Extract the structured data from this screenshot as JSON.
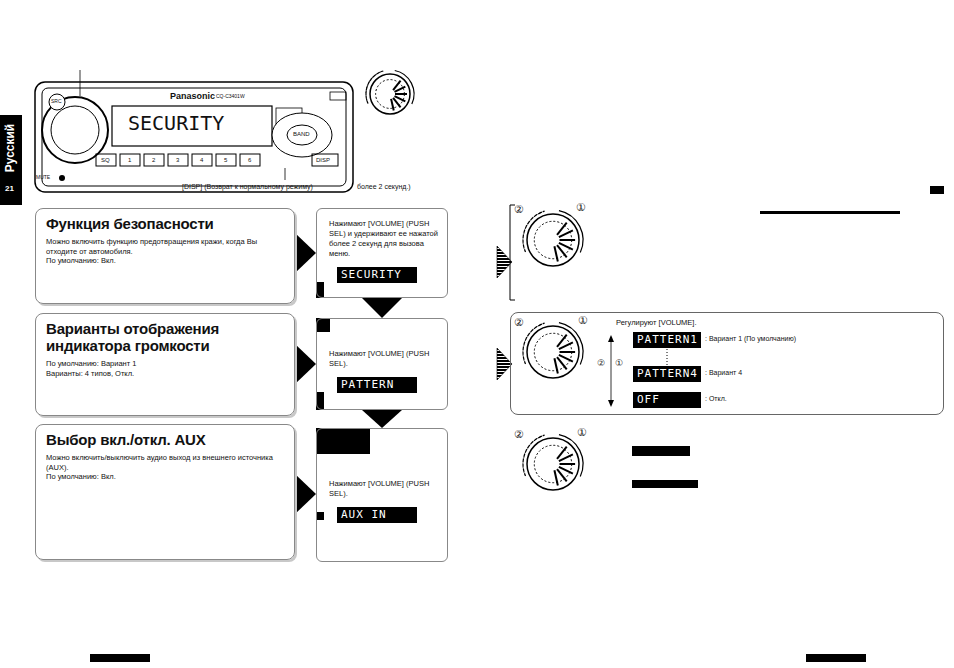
{
  "diagram": {
    "nodes": [
      {
        "text": [
          "Функция безопасности",
          "Можно включить функцию предотвращения кражи, когда Вы отходите от автомобиля.",
          "По умолчанию: Вкл."
        ]
      },
      {
        "text": [
          "Варианты отображения индикатора громкости",
          "По умолчанию: Вариант 1",
          "Варианты: 4 типов, Откл."
        ]
      },
      {
        "text": [
          "Выбор вкл./откл. AUX",
          "Можно включить/выключить аудио выход из внешнего источника (AUX).",
          "По умолчанию: Вкл."
        ]
      },
      {
        "text": [
          "Нажимают [VOLUME] (PUSH SEL) и удерживают ее нажатой более 2 секунд для вызова меню."
        ]
      },
      {
        "text": [
          "SECURITY"
        ],
        "in": 3
      },
      {
        "text": [
          "Нажимают [VOLUME] (PUSH SEL)."
        ]
      },
      {
        "text": [
          "PATTERN"
        ],
        "in": 5
      },
      {
        "text": [
          "Нажимают [VOLUME] (PUSH SEL)."
        ]
      },
      {
        "text": [
          "AUX IN"
        ],
        "in": 7
      },
      {
        "text": [
          "Регулируют [VOLUME]."
        ]
      },
      {
        "text": [
          "PATTERN1"
        ],
        "in": 9
      },
      {
        "text": [
          "PATTERN4"
        ],
        "in": 9
      },
      {
        "text": [
          "OFF"
        ],
        "in": 9
      }
    ],
    "edges": [
      {
        "from": 0,
        "to": 3,
        "arrow": "to"
      },
      {
        "from": 1,
        "to": 5,
        "arrow": "to"
      },
      {
        "from": 2,
        "to": 7,
        "arrow": "to"
      },
      {
        "from": 3,
        "to": 5,
        "arrow": "to"
      },
      {
        "from": 5,
        "to": 7,
        "arrow": "to"
      }
    ],
    "labels": [
      "Русский",
      "21",
      "Panasonic",
      "CQ-C3401W",
      "SECURITY",
      "SRC",
      "MUTE",
      "SQ",
      "1",
      "2",
      "3",
      "4",
      "5",
      "6",
      "BAND",
      "DISP",
      "[DISP] (Возврат к нормальному режиму)",
      "более 2 секунд.)",
      "②",
      "①",
      "②",
      "①",
      "②",
      "①",
      ": Вариант 1 (По умолчанию)",
      ": Вариант 4",
      ": Откл.",
      "②",
      "①"
    ]
  }
}
